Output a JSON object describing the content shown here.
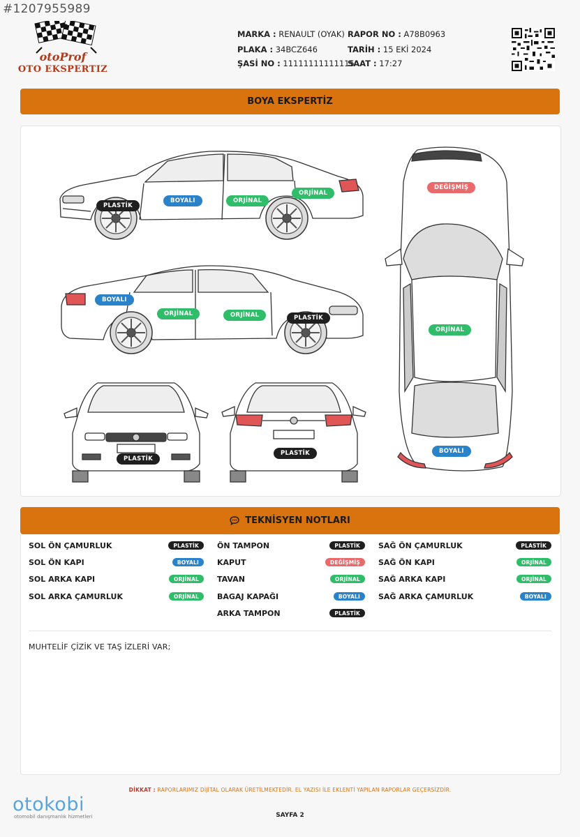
{
  "image_id": "#1207955989",
  "brand": {
    "name_line1": "otoProf",
    "name_line2": "OTO EKSPERTIZ"
  },
  "report": {
    "marka_label": "MARKA :",
    "marka": "RENAULT (OYAK)",
    "plaka_label": "PLAKA :",
    "plaka": "34BCZ646",
    "sasi_label": "ŞASİ NO :",
    "sasi": "11111111111115",
    "rapor_label": "RAPOR NO :",
    "rapor": "A78B0963",
    "tarih_label": "TARİH :",
    "tarih": "15 EKİ 2024",
    "saat_label": "SAAT :",
    "saat": "17:27"
  },
  "paint_section": {
    "title": "BOYA EKSPERTİZ"
  },
  "diagram_badges": {
    "side1_plastik": "PLASTİK",
    "side1_boyali": "BOYALI",
    "side1_orjinal": "ORJİNAL",
    "side1_orjinal2": "ORJİNAL",
    "side2_boyali": "BOYALI",
    "side2_orjinal": "ORJİNAL",
    "side2_orjinal2": "ORJİNAL",
    "side2_plastik": "PLASTİK",
    "front_plastik": "PLASTİK",
    "rear_plastik": "PLASTİK",
    "top_degismis": "DEĞİŞMİŞ",
    "top_orjinal": "ORJİNAL",
    "top_boyali": "BOYALI"
  },
  "notes_section": {
    "title": "TEKNİSYEN NOTLARI",
    "col1": [
      {
        "part": "SOL ÖN ÇAMURLUK",
        "status": "PLASTİK",
        "kind": "plastik"
      },
      {
        "part": "SOL ÖN KAPI",
        "status": "BOYALI",
        "kind": "boyali"
      },
      {
        "part": "SOL ARKA KAPI",
        "status": "ORJİNAL",
        "kind": "orjinal"
      },
      {
        "part": "SOL ARKA ÇAMURLUK",
        "status": "ORJİNAL",
        "kind": "orjinal"
      }
    ],
    "col2": [
      {
        "part": "ÖN TAMPON",
        "status": "PLASTİK",
        "kind": "plastik"
      },
      {
        "part": "KAPUT",
        "status": "DEĞİŞMİŞ",
        "kind": "degismis"
      },
      {
        "part": "TAVAN",
        "status": "ORJİNAL",
        "kind": "orjinal"
      },
      {
        "part": "BAGAJ KAPAĞI",
        "status": "BOYALI",
        "kind": "boyali"
      },
      {
        "part": "ARKA TAMPON",
        "status": "PLASTİK",
        "kind": "plastik"
      }
    ],
    "col3": [
      {
        "part": "SAĞ ÖN ÇAMURLUK",
        "status": "PLASTİK",
        "kind": "plastik"
      },
      {
        "part": "SAĞ ÖN KAPI",
        "status": "ORJİNAL",
        "kind": "orjinal"
      },
      {
        "part": "SAĞ ARKA KAPI",
        "status": "ORJİNAL",
        "kind": "orjinal"
      },
      {
        "part": "SAĞ ARKA ÇAMURLUK",
        "status": "BOYALI",
        "kind": "boyali"
      }
    ],
    "remark": "MUHTELİF ÇİZİK VE TAŞ İZLERİ VAR;"
  },
  "footer": {
    "warn_label": "DİKKAT :",
    "warn_text": "RAPORLARIMIZ DİJİTAL OLARAK ÜRETİLMEKTEDİR. EL YAZISI İLE EKLENTİ YAPILAN RAPORLAR GEÇERSİZDİR.",
    "page": "SAYFA 2",
    "watermark": "otokobi",
    "watermark_sub": "otomobil danışmanlık hizmetleri"
  },
  "colors": {
    "accent": "#d9730d",
    "plastik": "#1f1f1f",
    "boyali": "#2a83c8",
    "orjinal": "#2fbd6a",
    "degismis": "#e86a6a"
  }
}
